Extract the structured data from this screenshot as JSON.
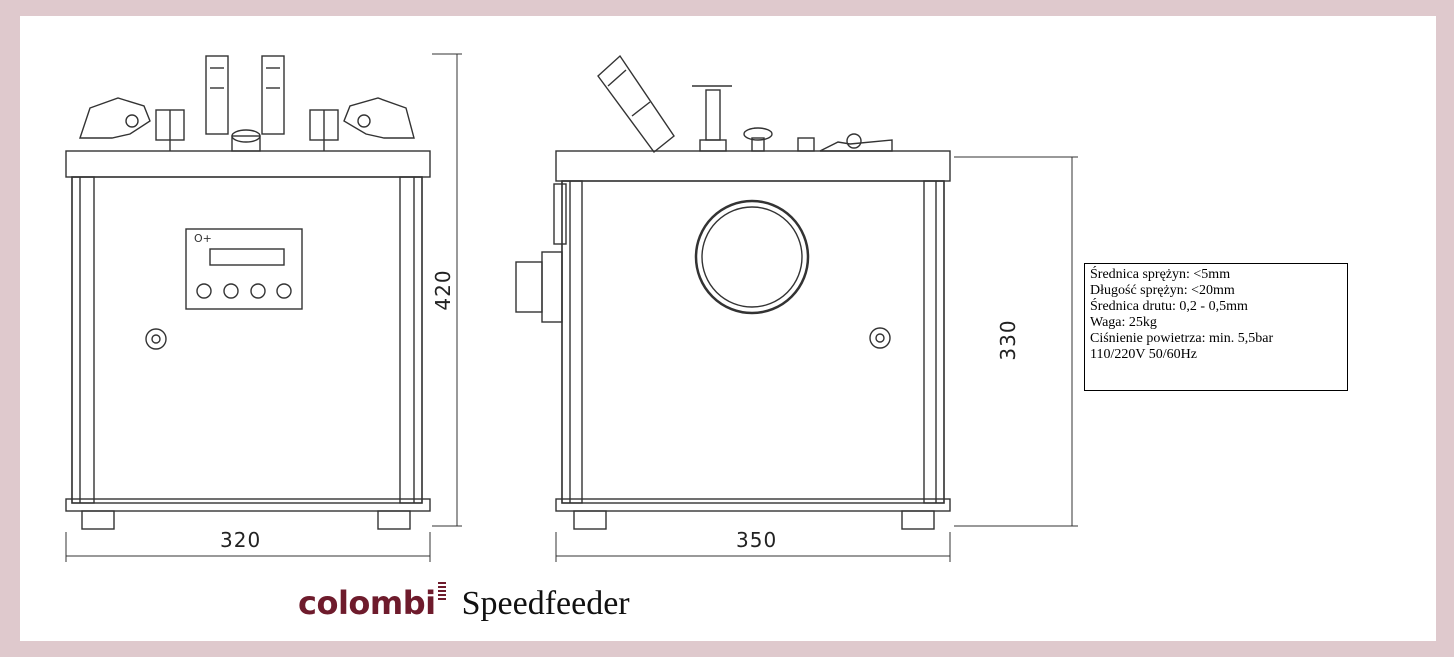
{
  "dimensions": {
    "front_height": "420",
    "front_width": "320",
    "side_width": "350",
    "side_height": "330"
  },
  "specs": [
    "Średnica sprężyn: <5mm",
    "Długość sprężyn: <20mm",
    "Średnica drutu: 0,2 - 0,5mm",
    "Waga: 25kg",
    "Ciśnienie powietrza: min. 5,5bar",
    "110/220V 50/60Hz"
  ],
  "brand": {
    "logo_text": "colombi",
    "product_name": "Speedfeeder"
  },
  "colors": {
    "frame_background": "#dfc9cd",
    "brand": "#6e1b2c",
    "line": "#333333"
  }
}
